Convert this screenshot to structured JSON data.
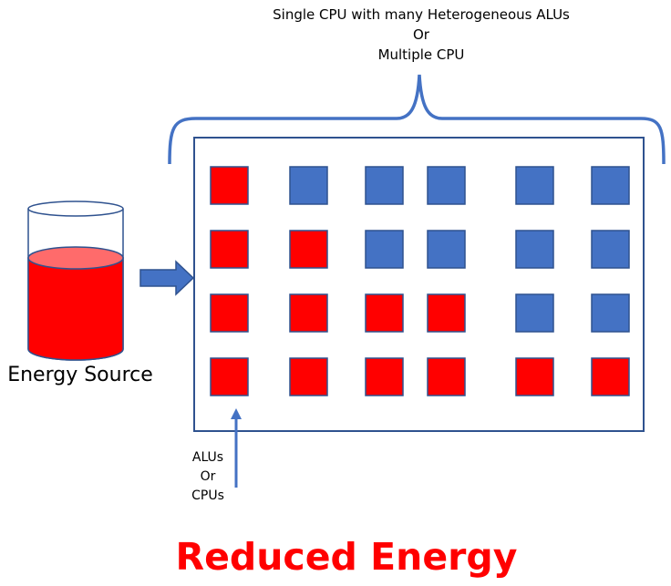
{
  "group_label_lines": [
    "Single CPU with many Heterogeneous ALUs",
    "Or",
    "Multiple CPU"
  ],
  "source_label": "Energy Source",
  "unit_label_lines": [
    "ALUs",
    "Or",
    "CPUs"
  ],
  "result_label": "Reduced Energy",
  "colors": {
    "active_unit": "#ff0000",
    "idle_unit": "#4472c4",
    "outline": "#2f528f",
    "energy_fill": "#ff0000",
    "energy_top": "#ff6b6b",
    "result_text": "#ff0000"
  },
  "unit_grid": [
    [
      "active",
      "idle",
      "idle",
      "idle",
      "idle",
      "idle"
    ],
    [
      "active",
      "active",
      "idle",
      "idle",
      "idle",
      "idle"
    ],
    [
      "active",
      "active",
      "active",
      "active",
      "idle",
      "idle"
    ],
    [
      "active",
      "active",
      "active",
      "active",
      "active",
      "active"
    ]
  ]
}
